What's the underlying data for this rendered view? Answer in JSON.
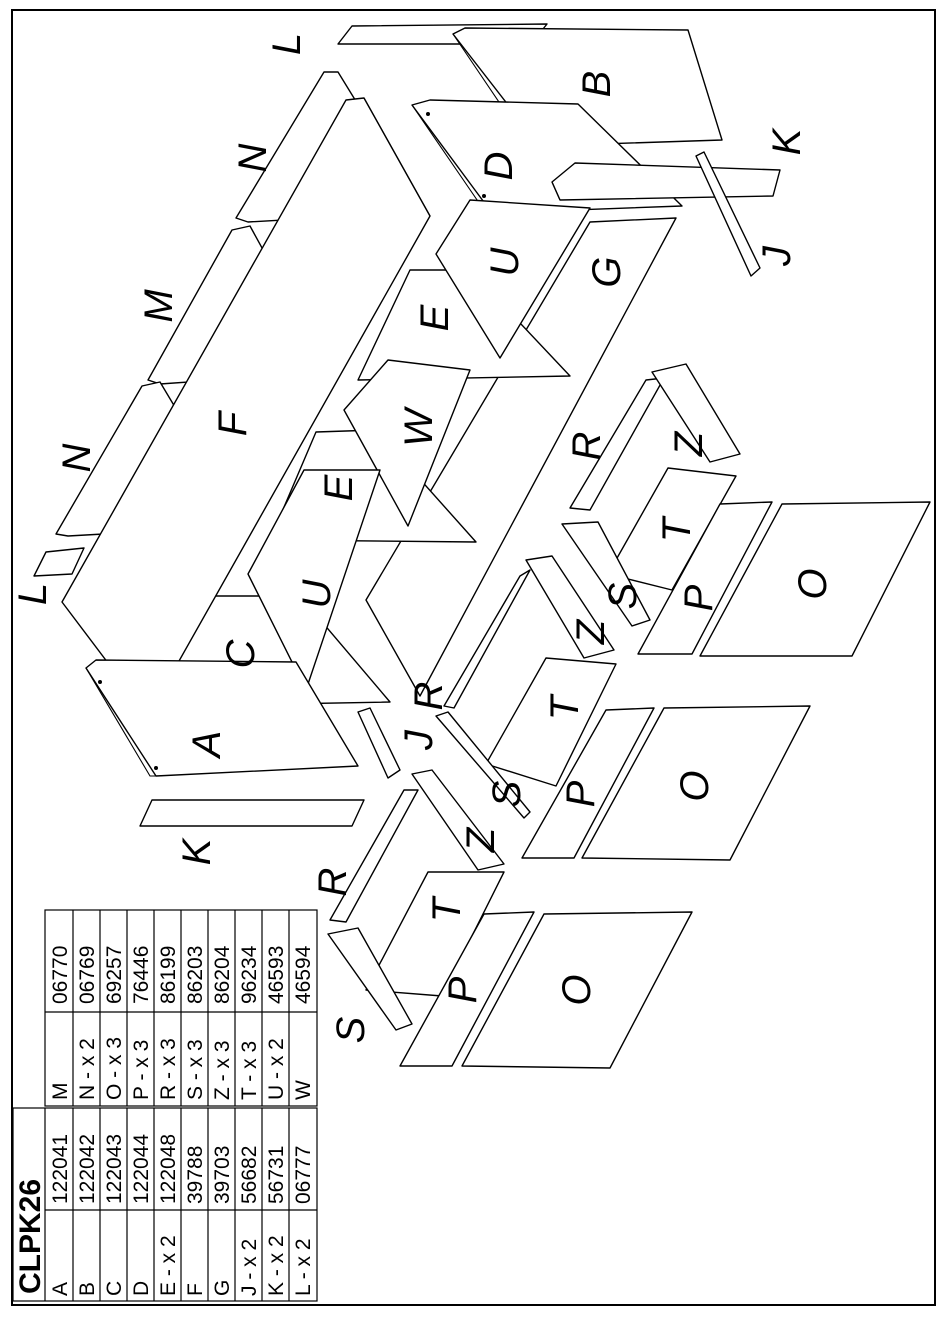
{
  "product_code": "CLPK26",
  "parts_table_left": [
    {
      "part": "A",
      "code": "122041"
    },
    {
      "part": "B",
      "code": "122042"
    },
    {
      "part": "C",
      "code": "122043"
    },
    {
      "part": "D",
      "code": "122044"
    },
    {
      "part": "E - x 2",
      "code": "122048"
    },
    {
      "part": "F",
      "code": "39788"
    },
    {
      "part": "G",
      "code": "39703"
    },
    {
      "part": "J - x 2",
      "code": "56682"
    },
    {
      "part": "K - x 2",
      "code": "56731"
    },
    {
      "part": "L - x 2",
      "code": "06777"
    }
  ],
  "parts_table_right": [
    {
      "part": "M",
      "code": "06770"
    },
    {
      "part": "N - x 2",
      "code": "06769"
    },
    {
      "part": "O - x 3",
      "code": "69257"
    },
    {
      "part": "P - x 3",
      "code": "76446"
    },
    {
      "part": "R - x 3",
      "code": "86199"
    },
    {
      "part": "S - x 3",
      "code": "86203"
    },
    {
      "part": "Z - x 3",
      "code": "86204"
    },
    {
      "part": "T - x 3",
      "code": "96234"
    },
    {
      "part": "U - x 2",
      "code": "46593"
    },
    {
      "part": "W",
      "code": "46594"
    }
  ],
  "diagram_labels": {
    "A": "A",
    "B": "B",
    "C": "C",
    "D": "D",
    "E": "E",
    "F": "F",
    "G": "G",
    "J": "J",
    "K": "K",
    "L": "L",
    "M": "M",
    "N": "N",
    "O": "O",
    "P": "P",
    "R": "R",
    "S": "S",
    "T": "T",
    "U": "U",
    "W": "W",
    "Z": "Z"
  },
  "colors": {
    "line": "#000000",
    "background": "#ffffff"
  }
}
